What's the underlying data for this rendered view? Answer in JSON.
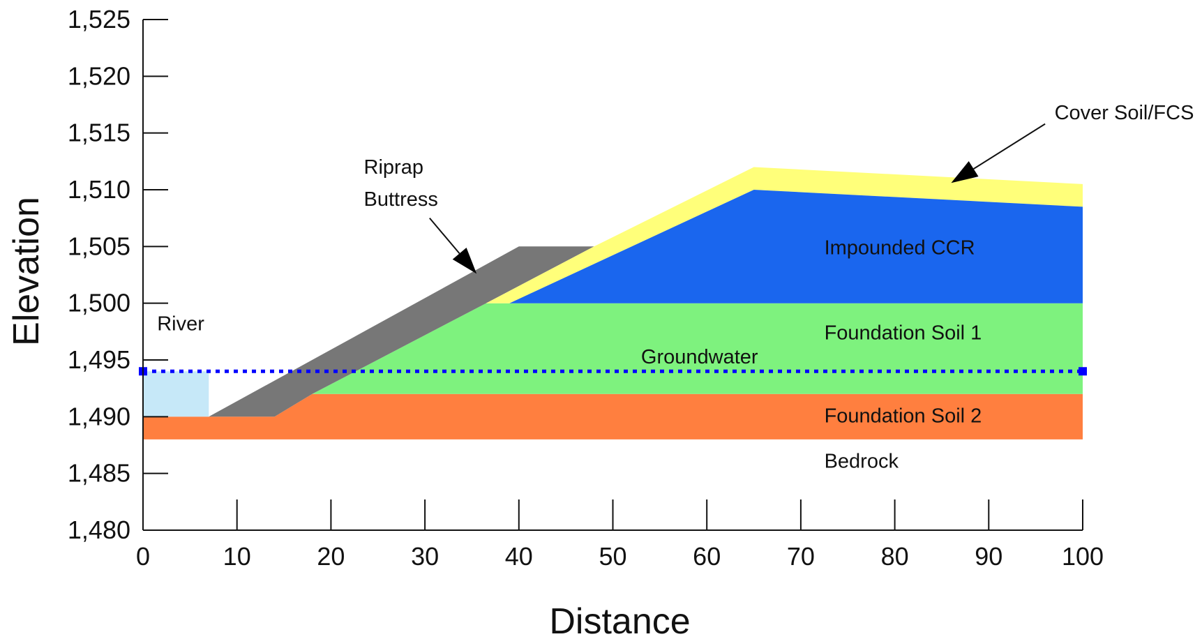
{
  "chart_data": {
    "type": "cross-section diagram",
    "xlabel": "Distance",
    "ylabel": "Elevation",
    "xlim": [
      0,
      100
    ],
    "ylim": [
      1480,
      1525
    ],
    "x_ticks": [
      0,
      10,
      20,
      30,
      40,
      50,
      60,
      70,
      80,
      90,
      100
    ],
    "y_ticks": [
      1480,
      1485,
      1490,
      1495,
      1500,
      1505,
      1510,
      1515,
      1520,
      1525
    ],
    "y_tick_labels": [
      "1,480",
      "1,485",
      "1,490",
      "1,495",
      "1,500",
      "1,505",
      "1,510",
      "1,515",
      "1,520",
      "1,525"
    ],
    "layers": [
      {
        "name": "Foundation Soil 2",
        "color": "#ff7f3f",
        "polygon": [
          [
            0,
            1488
          ],
          [
            100,
            1488
          ],
          [
            100,
            1492
          ],
          [
            18,
            1492
          ],
          [
            14,
            1490
          ],
          [
            0,
            1490
          ]
        ]
      },
      {
        "name": "River",
        "color": "#c6e8f8",
        "polygon": [
          [
            0,
            1490
          ],
          [
            7,
            1490
          ],
          [
            7,
            1494
          ],
          [
            0,
            1494
          ]
        ]
      },
      {
        "name": "Foundation Soil 1",
        "color": "#7ef27e",
        "polygon": [
          [
            18,
            1492
          ],
          [
            100,
            1492
          ],
          [
            100,
            1500
          ],
          [
            36.5,
            1500
          ]
        ]
      },
      {
        "name": "Riprap Buttress",
        "color": "#777777",
        "polygon": [
          [
            7,
            1490
          ],
          [
            14,
            1490
          ],
          [
            18,
            1492
          ],
          [
            36.5,
            1500
          ],
          [
            48,
            1505
          ],
          [
            40,
            1505
          ]
        ]
      },
      {
        "name": "Cover Soil/FCS",
        "color": "#ffff7a",
        "polygon": [
          [
            36.5,
            1500
          ],
          [
            48,
            1505
          ],
          [
            65,
            1512
          ],
          [
            100,
            1510.5
          ],
          [
            100,
            1508.5
          ],
          [
            65,
            1510
          ],
          [
            39,
            1500
          ]
        ]
      },
      {
        "name": "Impounded CCR",
        "color": "#1a66ee",
        "polygon": [
          [
            39,
            1500
          ],
          [
            65,
            1510
          ],
          [
            100,
            1508.5
          ],
          [
            100,
            1500
          ]
        ]
      }
    ],
    "groundwater": {
      "name": "Groundwater",
      "elevation": 1494,
      "x_range": [
        0,
        100
      ],
      "color": "#0000ff"
    },
    "labels": [
      {
        "text": "River",
        "x": 1.5,
        "y": 1497.6
      },
      {
        "text": "Riprap",
        "x": 23.5,
        "y": 1511.4
      },
      {
        "text": "Buttress",
        "x": 23.5,
        "y": 1508.6
      },
      {
        "text": "Cover Soil/FCS",
        "x": 97,
        "y": 1516.2
      },
      {
        "text": "Impounded CCR",
        "x": 72.5,
        "y": 1504.3
      },
      {
        "text": "Foundation Soil 1",
        "x": 72.5,
        "y": 1496.8
      },
      {
        "text": "Groundwater",
        "x": 53,
        "y": 1494.7
      },
      {
        "text": "Foundation Soil 2",
        "x": 72.5,
        "y": 1489.5
      },
      {
        "text": "Bedrock",
        "x": 72.5,
        "y": 1485.5
      }
    ],
    "arrows": [
      {
        "name": "riprap-buttress-arrow",
        "from": [
          30.5,
          1507.5
        ],
        "to": [
          35.5,
          1502.6
        ]
      },
      {
        "name": "cover-soil-arrow",
        "from": [
          96,
          1515.8
        ],
        "to": [
          86,
          1510.6
        ]
      }
    ],
    "grid": false,
    "legend": "none"
  }
}
